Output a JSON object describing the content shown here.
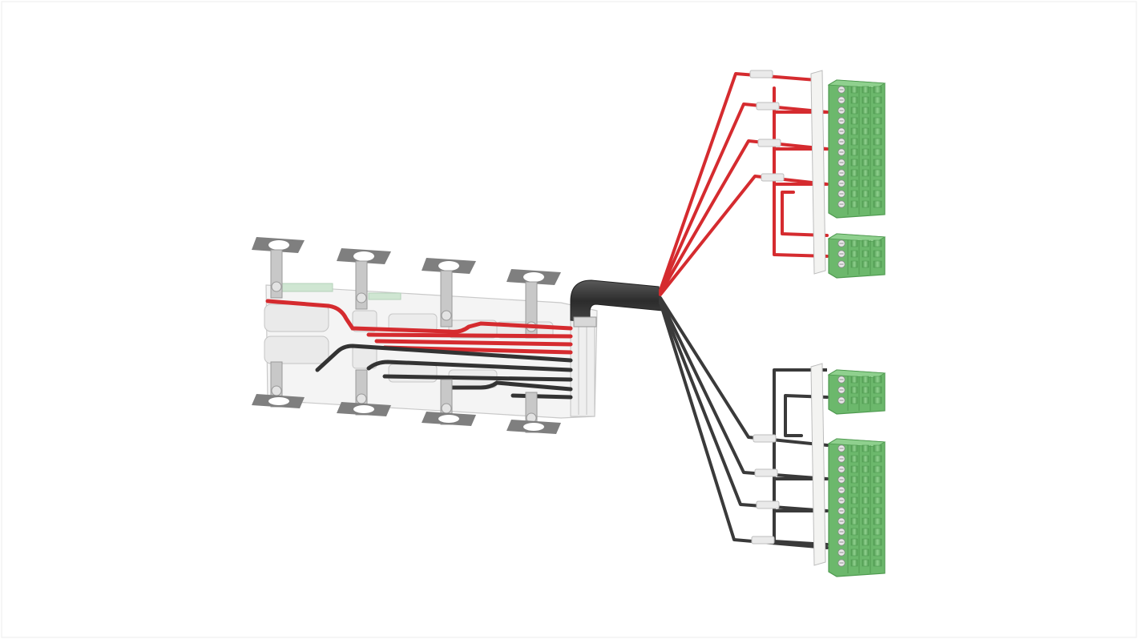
{
  "colors": {
    "background": "#ffffff",
    "red_wire": "#d52b2f",
    "black_wire": "#3a3a3a",
    "cable_jacket": "#3c3c3c",
    "terminal_green": "#6cb86c",
    "terminal_green_dark": "#4f9a50",
    "terminal_green_light": "#8fd08e",
    "metal_gray": "#b9b9b9",
    "plate_gray": "#8a8a8a",
    "white_bar": "#f3f3f1"
  },
  "illustration": {
    "subject": "wire-harness-with-terminal-blocks",
    "busbar_clamps": 4,
    "red_leads": 5,
    "black_leads": 5,
    "top_group_connectors": [
      {
        "pins": 12
      },
      {
        "pins": 3
      }
    ],
    "bottom_group_connectors": [
      {
        "pins": 3
      },
      {
        "pins": 12
      }
    ]
  }
}
